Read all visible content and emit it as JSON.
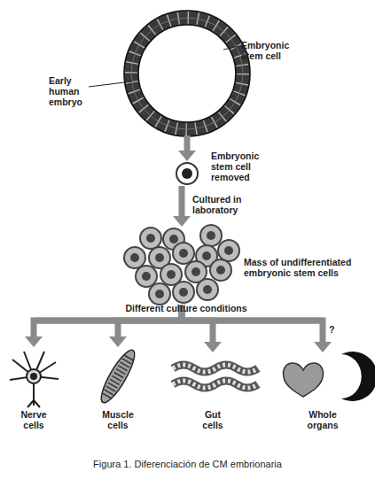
{
  "diagram": {
    "caption": "Figura 1. Diferenciación de CM embrionaria",
    "nodes": [
      {
        "text": [
          "Early human embryo",
          "Embryonic stem cell"
        ]
      },
      {
        "text": [
          "Embryonic stem cell removed"
        ]
      },
      {
        "text": [
          "Mass of undifferentiated embryonic stem cells"
        ]
      },
      {
        "text": [
          "Nerve cells"
        ]
      },
      {
        "text": [
          "Muscle cells"
        ]
      },
      {
        "text": [
          "Gut cells"
        ]
      },
      {
        "text": [
          "Whole organs"
        ]
      }
    ],
    "edges": [
      {
        "from": 0,
        "to": 1,
        "arrow": "to"
      },
      {
        "from": 1,
        "to": 2,
        "label": "Cultured in laboratory",
        "arrow": "to"
      },
      {
        "from": 2,
        "to": 3,
        "arrow": "to"
      },
      {
        "from": 2,
        "to": 4,
        "arrow": "to"
      },
      {
        "from": 2,
        "to": 5,
        "arrow": "to"
      },
      {
        "from": 2,
        "to": 6,
        "arrow": "to"
      }
    ],
    "labels": [
      "Different culture conditions",
      "?"
    ]
  }
}
